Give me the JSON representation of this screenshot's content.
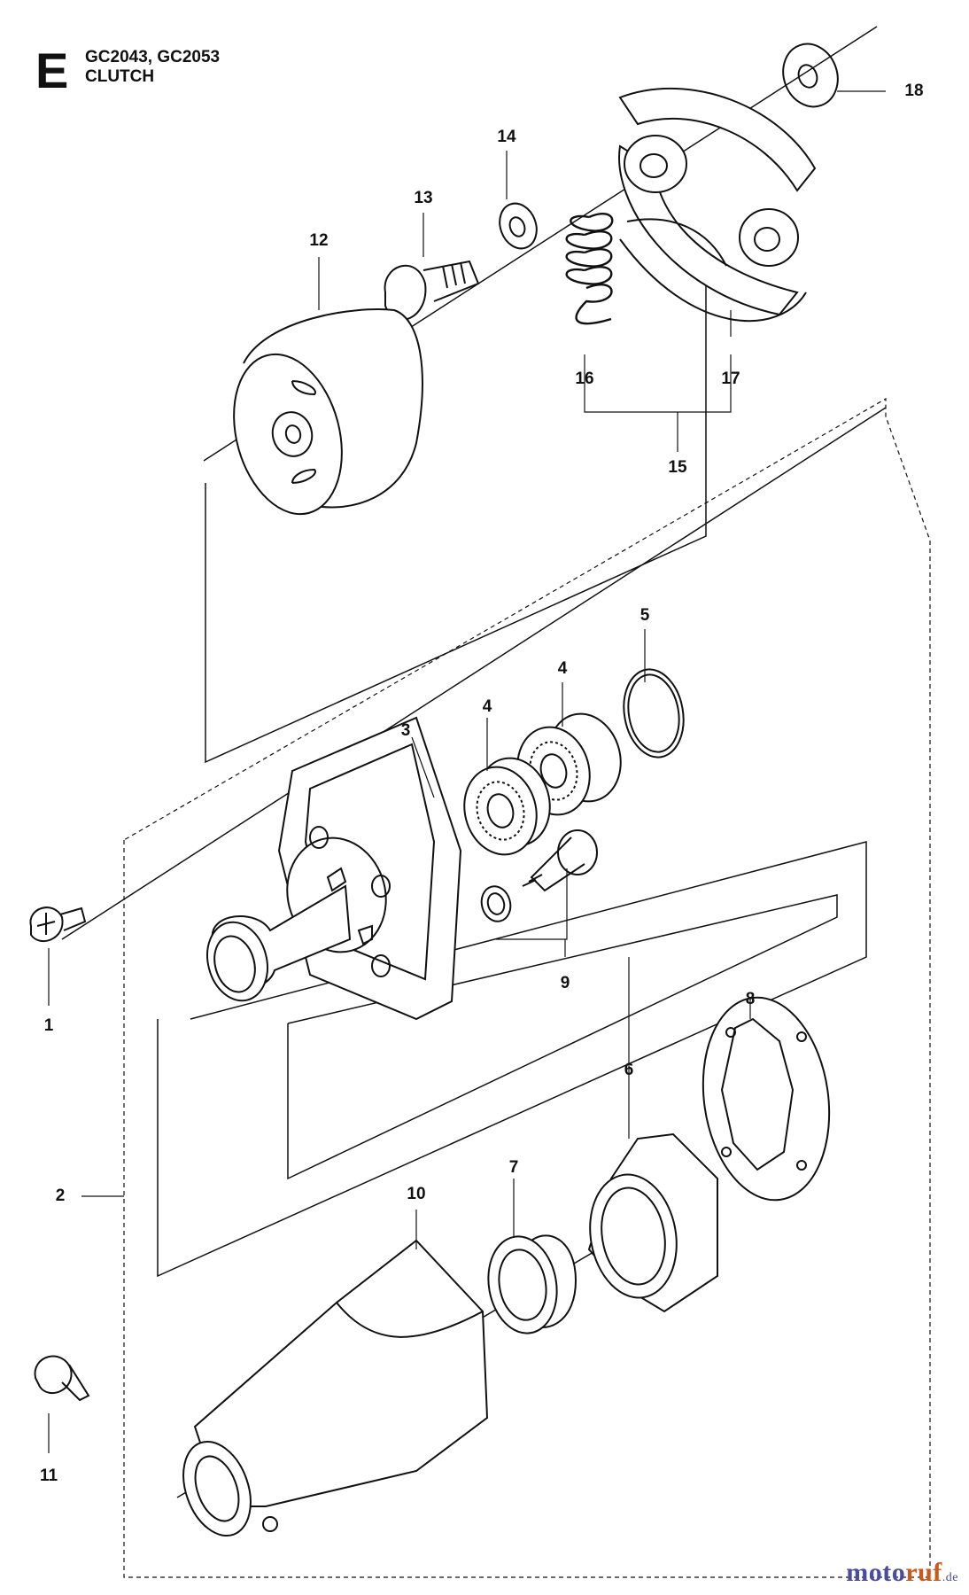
{
  "header": {
    "section_letter": "E",
    "models": "GC2043, GC2053",
    "title": "CLUTCH"
  },
  "callouts": [
    {
      "id": "c1",
      "label": "1"
    },
    {
      "id": "c2",
      "label": "2"
    },
    {
      "id": "c3",
      "label": "3"
    },
    {
      "id": "c4a",
      "label": "4"
    },
    {
      "id": "c4b",
      "label": "4"
    },
    {
      "id": "c5",
      "label": "5"
    },
    {
      "id": "c6",
      "label": "6"
    },
    {
      "id": "c7",
      "label": "7"
    },
    {
      "id": "c8",
      "label": "8"
    },
    {
      "id": "c9",
      "label": "9"
    },
    {
      "id": "c10",
      "label": "10"
    },
    {
      "id": "c11",
      "label": "11"
    },
    {
      "id": "c12",
      "label": "12"
    },
    {
      "id": "c13",
      "label": "13"
    },
    {
      "id": "c14",
      "label": "14"
    },
    {
      "id": "c15",
      "label": "15"
    },
    {
      "id": "c16",
      "label": "16"
    },
    {
      "id": "c17",
      "label": "17"
    },
    {
      "id": "c18",
      "label": "18"
    }
  ],
  "watermark": {
    "part1": "moto",
    "part2": "ruf",
    "part3": ".de"
  },
  "colors": {
    "line": "#111111",
    "watermark_blue": "#4a4e9a",
    "watermark_orange": "#c85a1e"
  }
}
